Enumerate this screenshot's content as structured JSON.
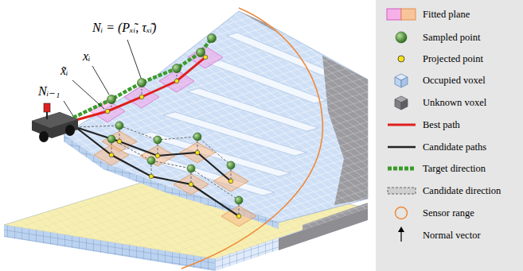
{
  "diagram": {
    "labels": [
      "Nᵢ = (Pₓ̃ᵢ, τₓ̃ᵢ)",
      "xᵢ",
      "x̃ᵢ",
      "Nᵢ₋₁"
    ],
    "legend": [
      {
        "text": "Fitted plane"
      },
      {
        "text": "Sampled point"
      },
      {
        "text": "Projected point"
      },
      {
        "text": "Occupied voxel"
      },
      {
        "text": "Unknown voxel"
      },
      {
        "text": "Best path"
      },
      {
        "text": "Candidate paths"
      },
      {
        "text": "Target direction"
      },
      {
        "text": "Candidate direction"
      },
      {
        "text": "Sensor range"
      },
      {
        "text": "Normal vector"
      }
    ]
  }
}
